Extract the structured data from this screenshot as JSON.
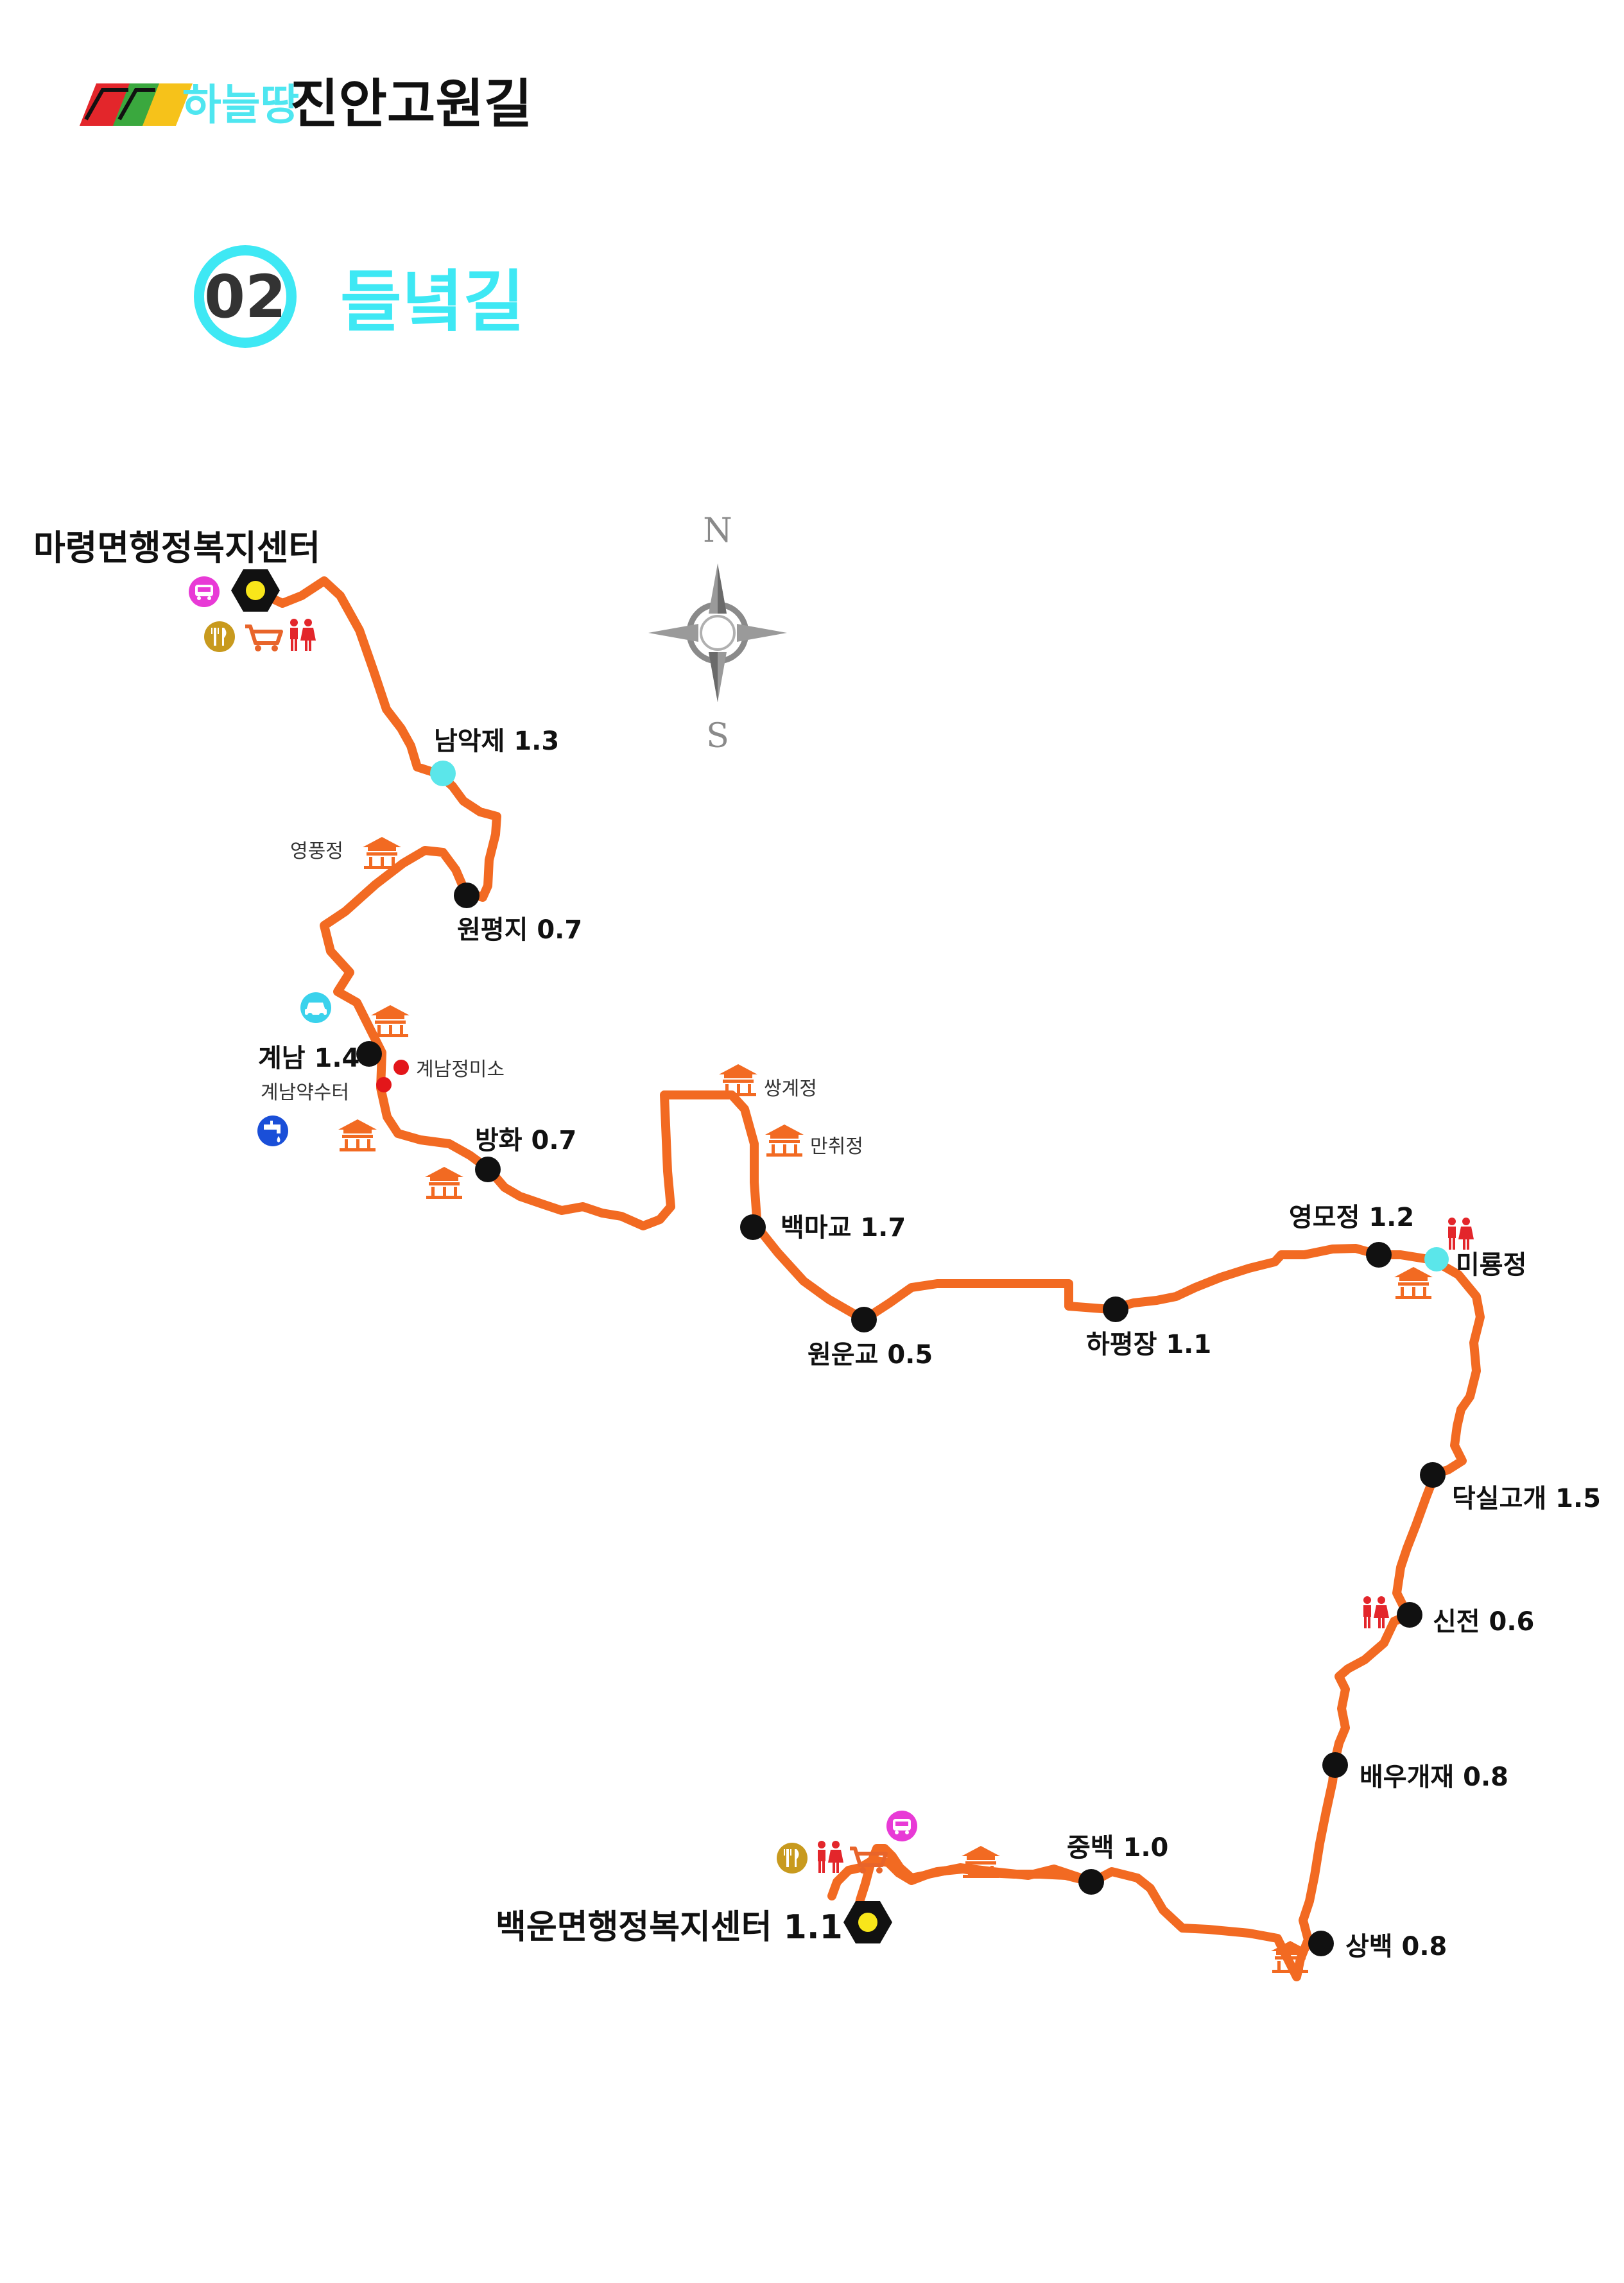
{
  "brand": {
    "prefix": "하늘땅",
    "name": "진안고원길",
    "colors": {
      "red": "#e3262b",
      "green": "#3aa83e",
      "yellow": "#f6c21a",
      "cyan": "#4ee6f0",
      "ink": "#111111"
    }
  },
  "route": {
    "number": "02",
    "title": "들녘길",
    "accent": "#3ee8f4",
    "line_color": "#f26a22"
  },
  "compass": {
    "north": "N",
    "south": "S",
    "color": "#8a8a8a"
  },
  "start": {
    "label": "마령면행정복지센터"
  },
  "end": {
    "label": "백운면행정복지센터 1.1"
  },
  "stops": [
    {
      "id": "namakje",
      "label": "남악제 1.3"
    },
    {
      "id": "wonpyeongji",
      "label": "원평지 0.7"
    },
    {
      "id": "gyenam",
      "label": "계남 1.4"
    },
    {
      "id": "banghwa",
      "label": "방화 0.7"
    },
    {
      "id": "baekmagyo",
      "label": "백마교 1.7"
    },
    {
      "id": "wonungyo",
      "label": "원운교 0.5"
    },
    {
      "id": "hapyeongjang",
      "label": "하평장 1.1"
    },
    {
      "id": "yeongmojeong",
      "label": "영모정 1.2"
    },
    {
      "id": "daksilgogae",
      "label": "닥실고개 1.5"
    },
    {
      "id": "sinjeon",
      "label": "신전 0.6"
    },
    {
      "id": "baeugaejae",
      "label": "배우개재 0.8"
    },
    {
      "id": "sangbaek",
      "label": "상백 0.8"
    },
    {
      "id": "jungbaek",
      "label": "중백 1.0"
    }
  ],
  "pois": [
    {
      "id": "yeongpungjeong",
      "label": "영풍정"
    },
    {
      "id": "gyenamjeongmiso",
      "label": "계남정미소"
    },
    {
      "id": "gyenamyaksuteo",
      "label": "계남약수터"
    },
    {
      "id": "ssanggyejeong",
      "label": "쌍계정"
    },
    {
      "id": "manchwijeong",
      "label": "만취정"
    },
    {
      "id": "miryongjeong",
      "label": "미룡정"
    }
  ],
  "icons": {
    "bus": "bus-icon",
    "restaurant": "fork-knife-icon",
    "shop": "cart-icon",
    "toilet": "restroom-icon",
    "car": "car-icon",
    "water": "water-tap-icon",
    "pavilion": "pavilion-icon",
    "start_end": "hexagon-marker-icon"
  },
  "icon_colors": {
    "bus": "#e83ad6",
    "restaurant": "#c89a1e",
    "shop": "#e8642a",
    "toilet": "#e3262b",
    "car": "#3ad2ec",
    "water": "#1a4fd8",
    "pavilion": "#f26a22",
    "stop": "#111111",
    "spring": "#5be6ea",
    "spot": "#e3161a"
  }
}
